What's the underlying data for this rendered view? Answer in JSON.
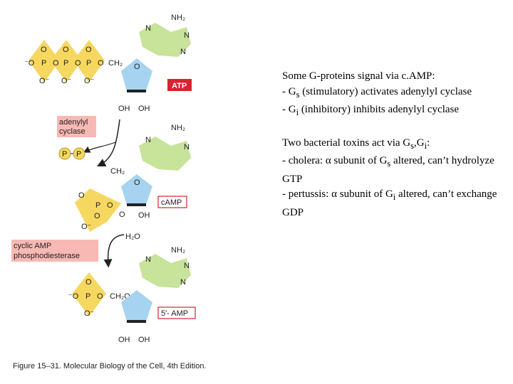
{
  "diagram": {
    "atp_label": "ATP",
    "camp_label": "cAMP",
    "amp_label": "5′- AMP",
    "enzyme1": [
      "adenylyl",
      "cyclase"
    ],
    "enzyme2": [
      "cyclic AMP",
      "phosphodiesterase"
    ],
    "ppi": [
      "P",
      "P"
    ],
    "water": "H₂O",
    "nh2": "NH₂",
    "ch2": "CH₂",
    "ch2o": "CH₂O",
    "oh": "OH",
    "o": "O",
    "o_minus": "O⁻",
    "minus_o": "⁻O",
    "p": "P",
    "n": "N",
    "colors": {
      "phosphate": "#f6d860",
      "base": "#c8e39a",
      "sugar": "#a6d4f0",
      "label_red": "#d9232e",
      "enzyme_box": "#f8b9b4"
    }
  },
  "caption": "Figure 15–31. Molecular Biology of the Cell, 4th Edition.",
  "text": {
    "p1": [
      "Some G-proteins signal via c.AMP:",
      "- Gs (stimulatory) activates adenylyl cyclase",
      "- Gi (inhibitory) inhibits adenylyl cyclase"
    ],
    "p2": [
      "Two bacterial toxins act via Gs,Gi:",
      "- cholera: α subunit of Gs altered, can’t hydrolyze GTP",
      "- pertussis: α subunit of Gi altered, can’t exchange GDP"
    ],
    "segments": {
      "l1": "Some G-proteins signal via c.AMP:",
      "l2a": "- G",
      "l2s": "s",
      "l2b": " (stimulatory) activates adenylyl cyclase",
      "l3a": "- G",
      "l3s": "i",
      "l3b": " (inhibitory) inhibits adenylyl cyclase",
      "l4a": "Two bacterial toxins act via G",
      "l4s1": "s",
      "l4b": ",G",
      "l4s2": "i",
      "l4c": ":",
      "l5a": "- cholera: ",
      "l5alpha": "α",
      "l5b": " subunit of G",
      "l5s": "s",
      "l5c": " altered, can’t hydrolyze GTP",
      "l6a": "- pertussis: ",
      "l6alpha": "α",
      "l6b": " subunit of G",
      "l6s": "i",
      "l6c": " altered, can’t exchange GDP"
    }
  }
}
